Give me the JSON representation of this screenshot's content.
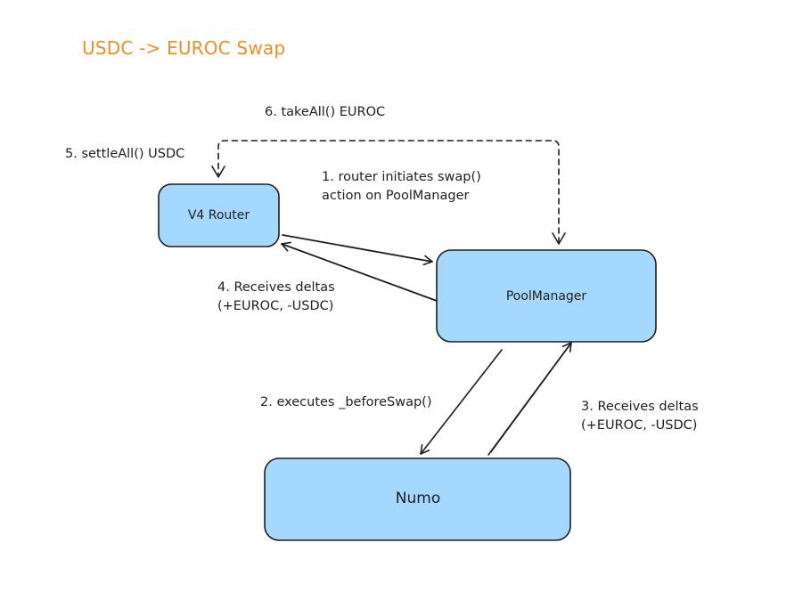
{
  "title": "USDC -> EUROC Swap",
  "colors": {
    "title": "#e8902a",
    "box_fill": "#a5d8ff",
    "stroke": "#1e1e1e",
    "background": "#ffffff"
  },
  "nodes": {
    "router": "V4 Router",
    "pool_manager": "PoolManager",
    "numo": "Numo"
  },
  "steps": {
    "step1": "1. router initiates swap()\naction on PoolManager",
    "step2": "2. executes _beforeSwap()",
    "step3": "3. Receives deltas\n(+EUROC, -USDC)",
    "step4": "4. Receives deltas\n(+EUROC, -USDC)",
    "step5": "5. settleAll() USDC",
    "step6": "6. takeAll() EUROC"
  }
}
